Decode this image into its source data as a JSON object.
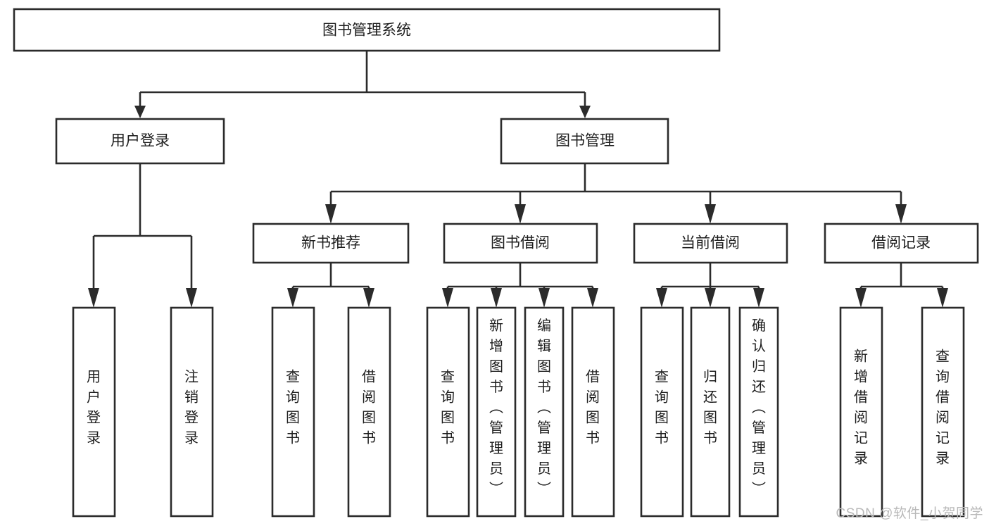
{
  "diagram": {
    "type": "tree-hierarchy-flowchart",
    "title": "图书管理系统",
    "watermark": "CSDN @软件_小贺同学",
    "colors": {
      "background": "#ffffff",
      "box_fill": "#ffffff",
      "box_stroke": "#2b2b2b",
      "text": "#1d1d1d",
      "watermark": "#b9b9b9"
    },
    "levels": {
      "root": {
        "label": "图书管理系统"
      },
      "level2": [
        {
          "label": "用户登录"
        },
        {
          "label": "图书管理"
        }
      ],
      "level3": [
        {
          "label": "新书推荐"
        },
        {
          "label": "图书借阅"
        },
        {
          "label": "当前借阅"
        },
        {
          "label": "借阅记录"
        }
      ],
      "leaves": [
        {
          "label": "用户登录",
          "parent": "用户登录"
        },
        {
          "label": "注销登录",
          "parent": "用户登录"
        },
        {
          "label": "查询图书",
          "parent": "新书推荐"
        },
        {
          "label": "借阅图书",
          "parent": "新书推荐"
        },
        {
          "label": "查询图书",
          "parent": "图书借阅"
        },
        {
          "label": "新增图书（管理员）",
          "parent": "图书借阅"
        },
        {
          "label": "编辑图书（管理员）",
          "parent": "图书借阅"
        },
        {
          "label": "借阅图书",
          "parent": "图书借阅"
        },
        {
          "label": "查询图书",
          "parent": "当前借阅"
        },
        {
          "label": "归还图书",
          "parent": "当前借阅"
        },
        {
          "label": "确认归还（管理员）",
          "parent": "当前借阅"
        },
        {
          "label": "新增借阅记录",
          "parent": "借阅记录"
        },
        {
          "label": "查询借阅记录",
          "parent": "借阅记录"
        }
      ]
    }
  }
}
